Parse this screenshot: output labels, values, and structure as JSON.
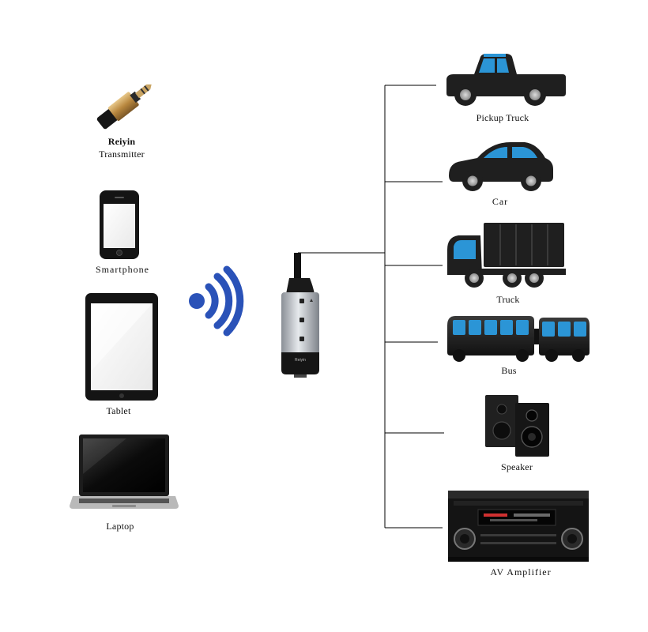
{
  "sources": {
    "transmitter": {
      "brand": "Reiyin",
      "label": "Transmitter"
    },
    "smartphone": {
      "label": "Smartphone"
    },
    "tablet": {
      "label": "Tablet"
    },
    "laptop": {
      "label": "Laptop"
    }
  },
  "receiver": {
    "brand_text": "Reiyin"
  },
  "outputs": {
    "pickup_truck": {
      "label": "Pickup Truck"
    },
    "car": {
      "label": "Car"
    },
    "truck": {
      "label": "Truck"
    },
    "bus": {
      "label": "Bus"
    },
    "speaker": {
      "label": "Speaker"
    },
    "av_amplifier": {
      "label": "AV Amplifier"
    }
  },
  "colors": {
    "vehicle_body": "#1f1f1f",
    "window_blue": "#2b95d6",
    "wireless_blue": "#2a52b8",
    "line": "#000000"
  }
}
